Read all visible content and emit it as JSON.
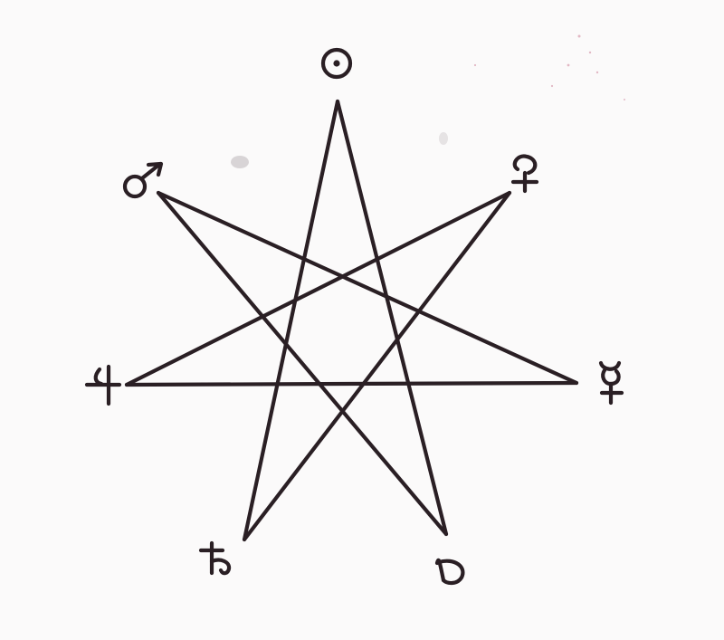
{
  "diagram": {
    "type": "heptagram",
    "line_color": "#2a1f24",
    "paper_color": "#fbfafa",
    "vertices": [
      {
        "id": "sun",
        "symbol": "☉",
        "icon": "sun-symbol-icon"
      },
      {
        "id": "venus",
        "symbol": "♀",
        "icon": "venus-symbol-icon"
      },
      {
        "id": "mercury",
        "symbol": "☿",
        "icon": "mercury-symbol-icon"
      },
      {
        "id": "moon",
        "symbol": "☽",
        "icon": "moon-symbol-icon"
      },
      {
        "id": "saturn",
        "symbol": "♄",
        "icon": "saturn-symbol-icon"
      },
      {
        "id": "jupiter",
        "symbol": "♃",
        "icon": "jupiter-symbol-icon"
      },
      {
        "id": "mars",
        "symbol": "♂",
        "icon": "mars-symbol-icon"
      }
    ]
  }
}
